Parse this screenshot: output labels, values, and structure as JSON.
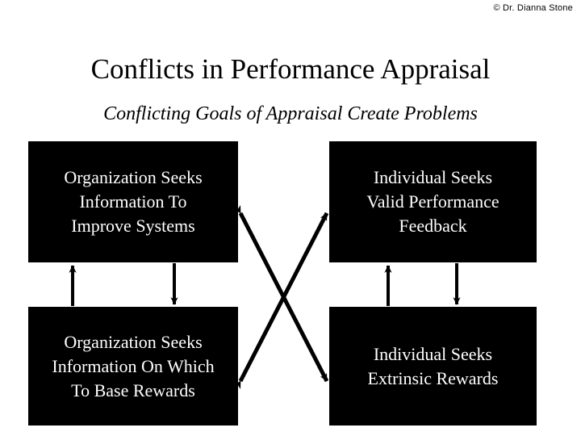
{
  "slide": {
    "copyright": "© Dr. Dianna Stone",
    "title": "Conflicts in Performance Appraisal",
    "subtitle": "Conflicting Goals of Appraisal Create Problems"
  },
  "diagram": {
    "type": "four-quadrant-conflict",
    "nodes": [
      {
        "id": "top-left",
        "label": "Organization Seeks\nInformation To\nImprove Systems",
        "fill": "#000000",
        "text_color": "#ffffff"
      },
      {
        "id": "top-right",
        "label": "Individual Seeks\nValid Performance\nFeedback",
        "fill": "#000000",
        "text_color": "#ffffff"
      },
      {
        "id": "bottom-left",
        "label": "Organization Seeks\nInformation On Which\nTo Base Rewards",
        "fill": "#000000",
        "text_color": "#ffffff"
      },
      {
        "id": "bottom-right",
        "label": "Individual Seeks\nExtrinsic Rewards",
        "fill": "#000000",
        "text_color": "#ffffff"
      }
    ],
    "connectors": [
      {
        "id": "left-up",
        "from": "bottom-left",
        "to": "top-left",
        "style": "single-arrow-up"
      },
      {
        "id": "left-down",
        "from": "top-left",
        "to": "bottom-left",
        "style": "single-arrow-down"
      },
      {
        "id": "right-up",
        "from": "bottom-right",
        "to": "top-right",
        "style": "single-arrow-up"
      },
      {
        "id": "right-down",
        "from": "top-right",
        "to": "bottom-right",
        "style": "single-arrow-down"
      },
      {
        "id": "diagonal-tl-br",
        "from": "top-left",
        "to": "bottom-right",
        "style": "double-arrow"
      },
      {
        "id": "diagonal-bl-tr",
        "from": "bottom-left",
        "to": "top-right",
        "style": "double-arrow"
      }
    ],
    "stroke_color": "#000000"
  }
}
